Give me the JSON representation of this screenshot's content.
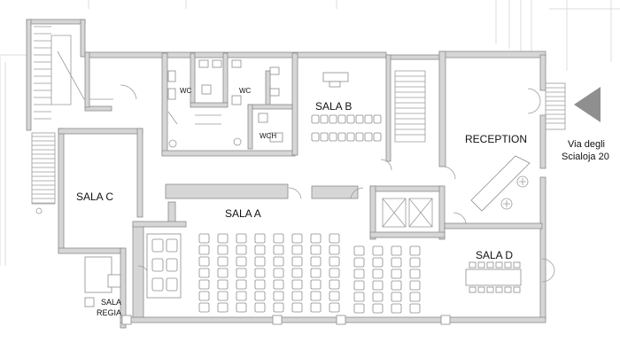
{
  "rooms": {
    "sala_a": "SALA A",
    "sala_b": "SALA B",
    "sala_c": "SALA C",
    "sala_d": "SALA D",
    "sala_regia_line1": "SALA",
    "sala_regia_line2": "REGIA",
    "reception": "RECEPTION",
    "wc_left": "WC",
    "wc_right": "WC",
    "wch": "WCH"
  },
  "address": {
    "line1": "Via degli",
    "line2": "Scialoja 20"
  },
  "colors": {
    "wall_fill": "#d6d6d6",
    "line": "#8a8a8a",
    "text": "#111111"
  }
}
